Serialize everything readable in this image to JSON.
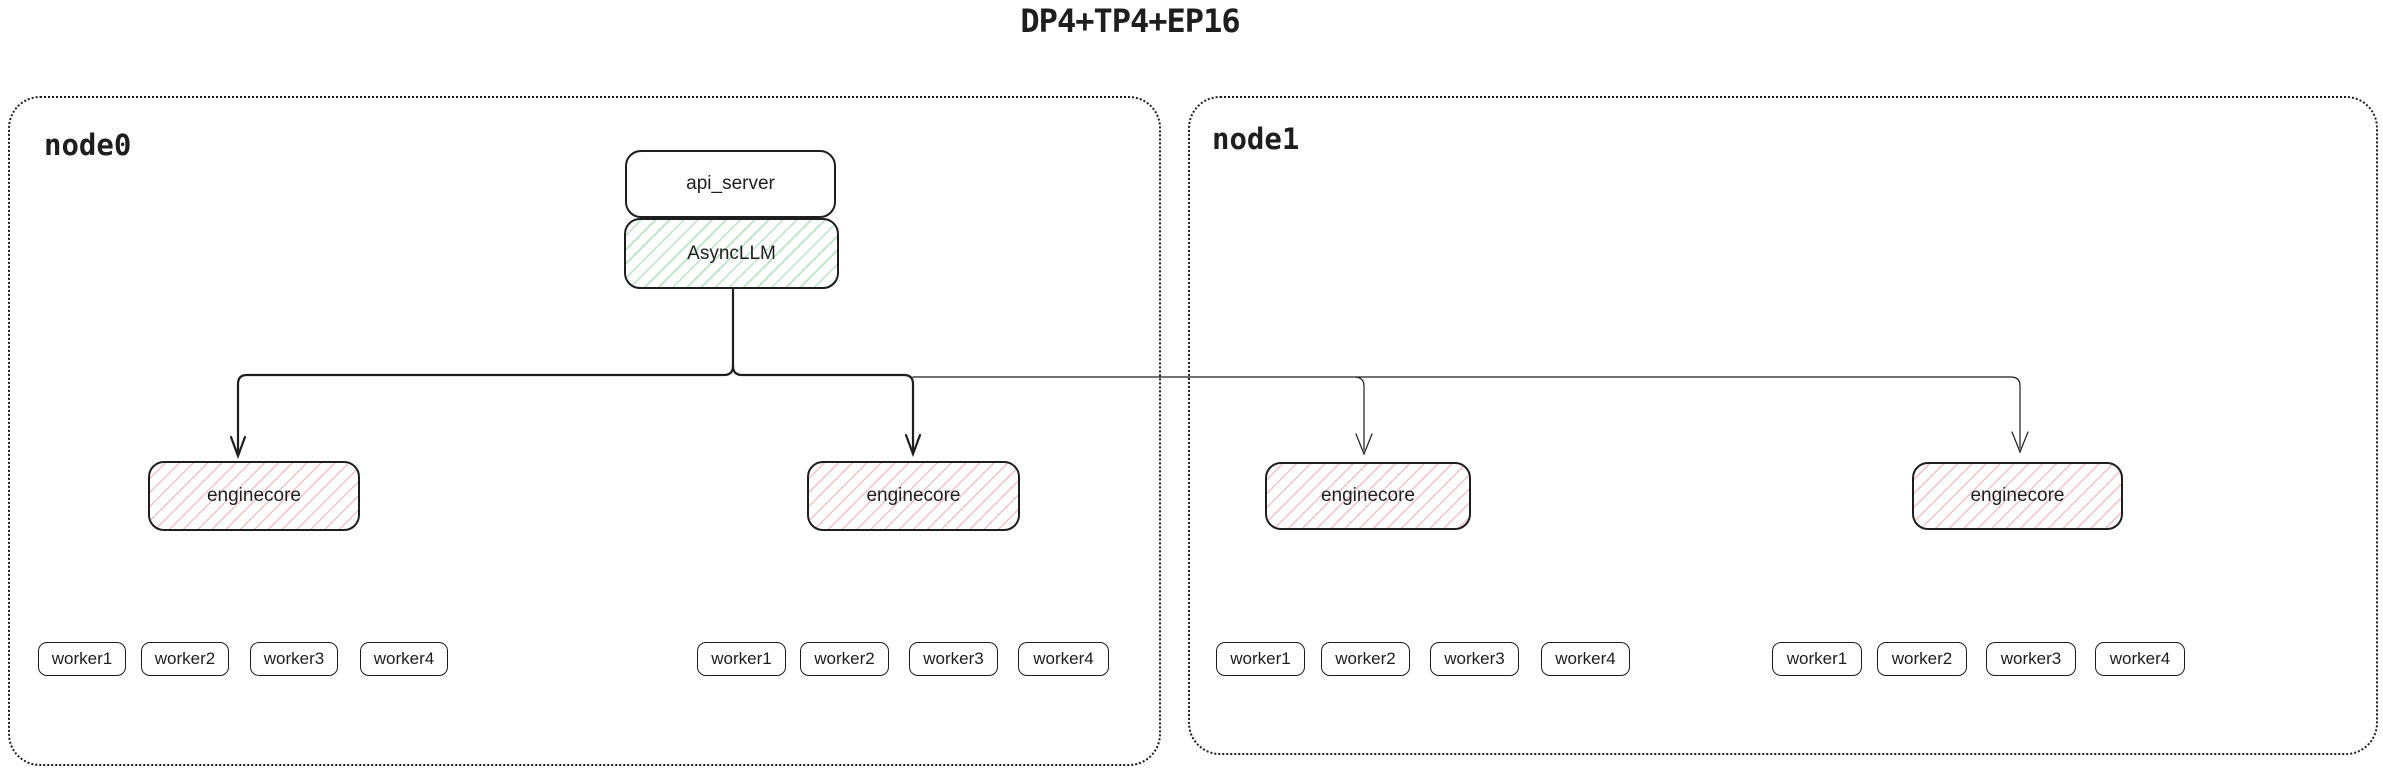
{
  "title": "DP4+TP4+EP16",
  "colors": {
    "ink": "#1e1e1e",
    "async_llm_hatch": "#40c057",
    "enginecore_hatch": "#e03131",
    "background": "#ffffff"
  },
  "node0": {
    "label": "node0",
    "api_server_label": "api_server",
    "async_llm_label": "AsyncLLM",
    "enginecores": [
      "enginecore",
      "enginecore"
    ],
    "worker_groups": [
      [
        "worker1",
        "worker2",
        "worker3",
        "worker4"
      ],
      [
        "worker1",
        "worker2",
        "worker3",
        "worker4"
      ]
    ]
  },
  "node1": {
    "label": "node1",
    "enginecores": [
      "enginecore",
      "enginecore"
    ],
    "worker_groups": [
      [
        "worker1",
        "worker2",
        "worker3",
        "worker4"
      ],
      [
        "worker1",
        "worker2",
        "worker3",
        "worker4"
      ]
    ]
  }
}
